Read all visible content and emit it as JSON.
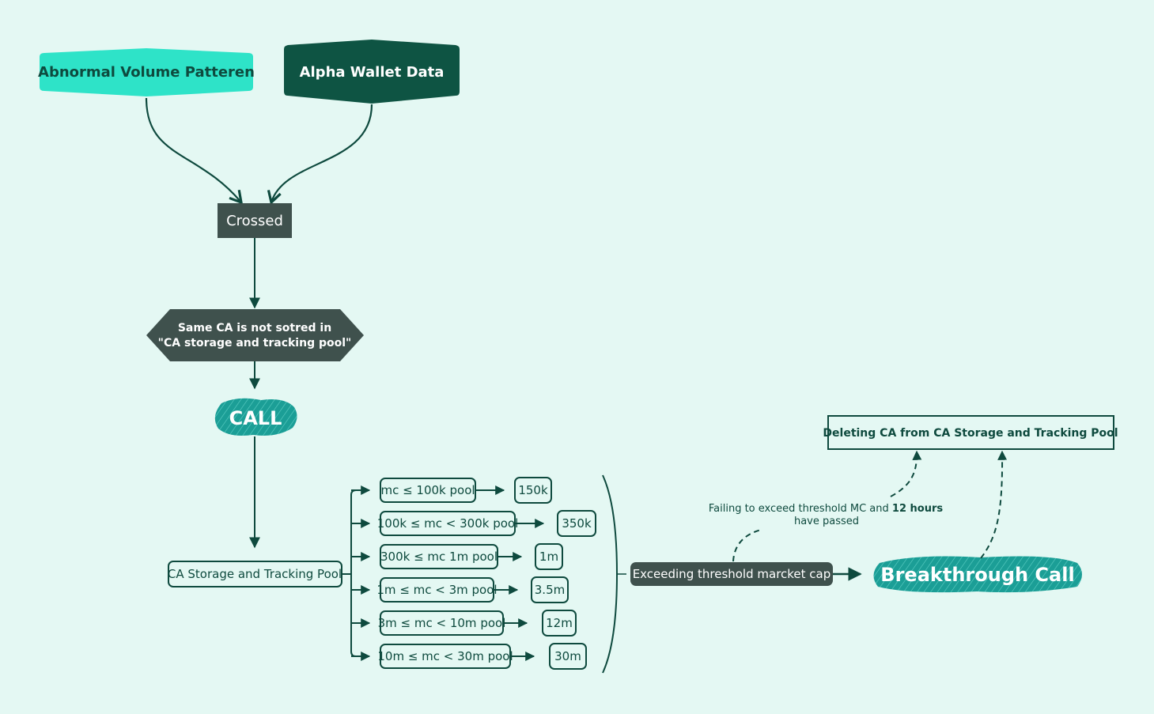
{
  "colors": {
    "background": "#e4f8f3",
    "teal_bright": "#2ee3c8",
    "dark_green": "#0e5443",
    "slate": "#3f514d",
    "teal_call": "#1b9e96",
    "line": "#0e4a3e"
  },
  "nodes": {
    "abnormal_volume": "Abnormal Volume Patteren",
    "alpha_wallet": "Alpha Wallet Data",
    "crossed": "Crossed",
    "condition_line1": "Same CA is not sotred in",
    "condition_line2": "\"CA storage and tracking pool\"",
    "call": "CALL",
    "storage_pool": "CA Storage and Tracking Pool",
    "exceeding": "Exceeding threshold marcket cap",
    "breakthrough": "Breakthrough Call",
    "deleting": "Deleting CA from CA Storage and Tracking Pool",
    "failing_prefix": "Failing to exceed threshold MC and ",
    "failing_bold": "12 hours",
    "failing_line2": "have passed"
  },
  "pools": [
    {
      "label": "mc ≤ 100k pool",
      "threshold": "150k"
    },
    {
      "label": "100k ≤ mc < 300k pool",
      "threshold": "350k"
    },
    {
      "label": "300k ≤ mc 1m pool",
      "threshold": "1m"
    },
    {
      "label": "1m ≤ mc < 3m pool",
      "threshold": "3.5m"
    },
    {
      "label": "3m ≤ mc < 10m pool",
      "threshold": "12m"
    },
    {
      "label": "10m ≤ mc < 30m pool",
      "threshold": "30m"
    }
  ]
}
